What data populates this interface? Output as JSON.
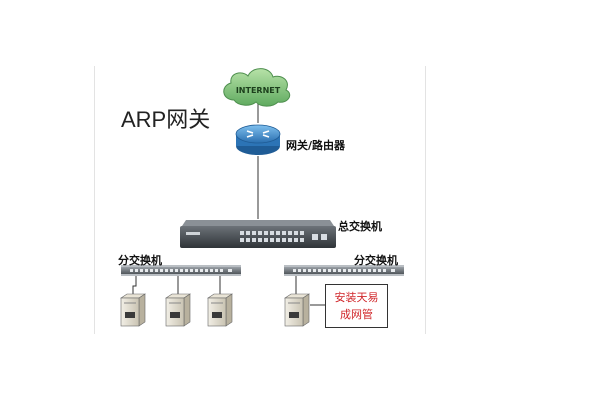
{
  "title": "ARP网关",
  "cloud": {
    "text": "INTERNET",
    "icon": "cloud-icon"
  },
  "router": {
    "label": "网关/路由器",
    "icon": "router-icon"
  },
  "core_switch": {
    "label": "总交换机",
    "icon": "switch-icon"
  },
  "access_switches": [
    {
      "label": "分交换机",
      "icon": "switch-icon"
    },
    {
      "label": "分交换机",
      "icon": "switch-icon"
    }
  ],
  "callout": {
    "line1": "安装天易",
    "line2": "成网管"
  },
  "colors": {
    "cloud": "#7cc17c",
    "router": "#3a86c8",
    "switch": "#4a4f54",
    "callout_text": "#d0262a"
  }
}
